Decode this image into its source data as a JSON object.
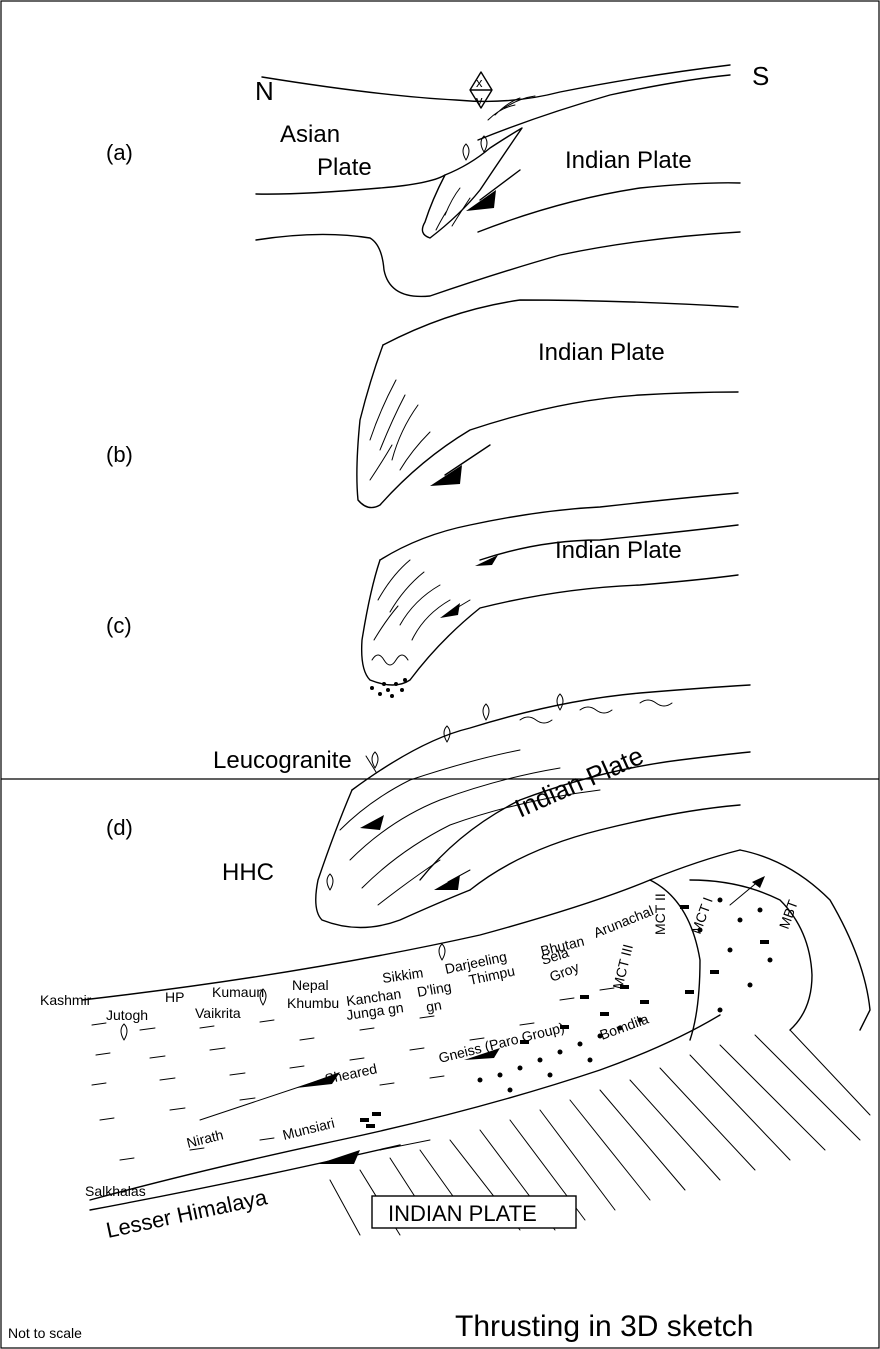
{
  "panel_top": {
    "dir_north": "N",
    "dir_south": "S",
    "steps": {
      "a": "(a)",
      "b": "(b)",
      "c": "(c)",
      "d": "(d)"
    },
    "asian_plate_line1": "Asian",
    "asian_plate_line2": "Plate",
    "indian_plate": "Indian Plate",
    "leucogranite": "Leucogranite",
    "hhc": "HHC"
  },
  "panel_bottom": {
    "regions": [
      "Kashmir",
      "HP",
      "Kumaun",
      "Nepal",
      "Sikkim",
      "Darjeeling",
      "Bhutan",
      "Arunachal"
    ],
    "units": {
      "jutogh": "Jutogh",
      "vaikrita": "Vaikrita",
      "khumbu": "Khumbu",
      "kanchan": "Kanchan",
      "junga_gn": "Junga gn",
      "dling": "D'ling",
      "gn": "gn",
      "thimpu": "Thimpu",
      "sela": "Sela",
      "groy": "Groy",
      "sheared": "Sheared",
      "gneiss_paro": "Gneiss (Paro Group)",
      "bomdila": "Bomdila",
      "nirath": "Nirath",
      "munsiari": "Munsiari",
      "salkhalas": "Salkhalas"
    },
    "faults": {
      "mct2": "MCT II",
      "mct3": "MCT III",
      "mct1": "MCT I",
      "mbt": "MBT"
    },
    "lesser_himalaya": "Lesser Himalaya",
    "indian_plate_box": "INDIAN PLATE",
    "not_to_scale": "Not to scale",
    "caption": "Thrusting in 3D sketch"
  }
}
